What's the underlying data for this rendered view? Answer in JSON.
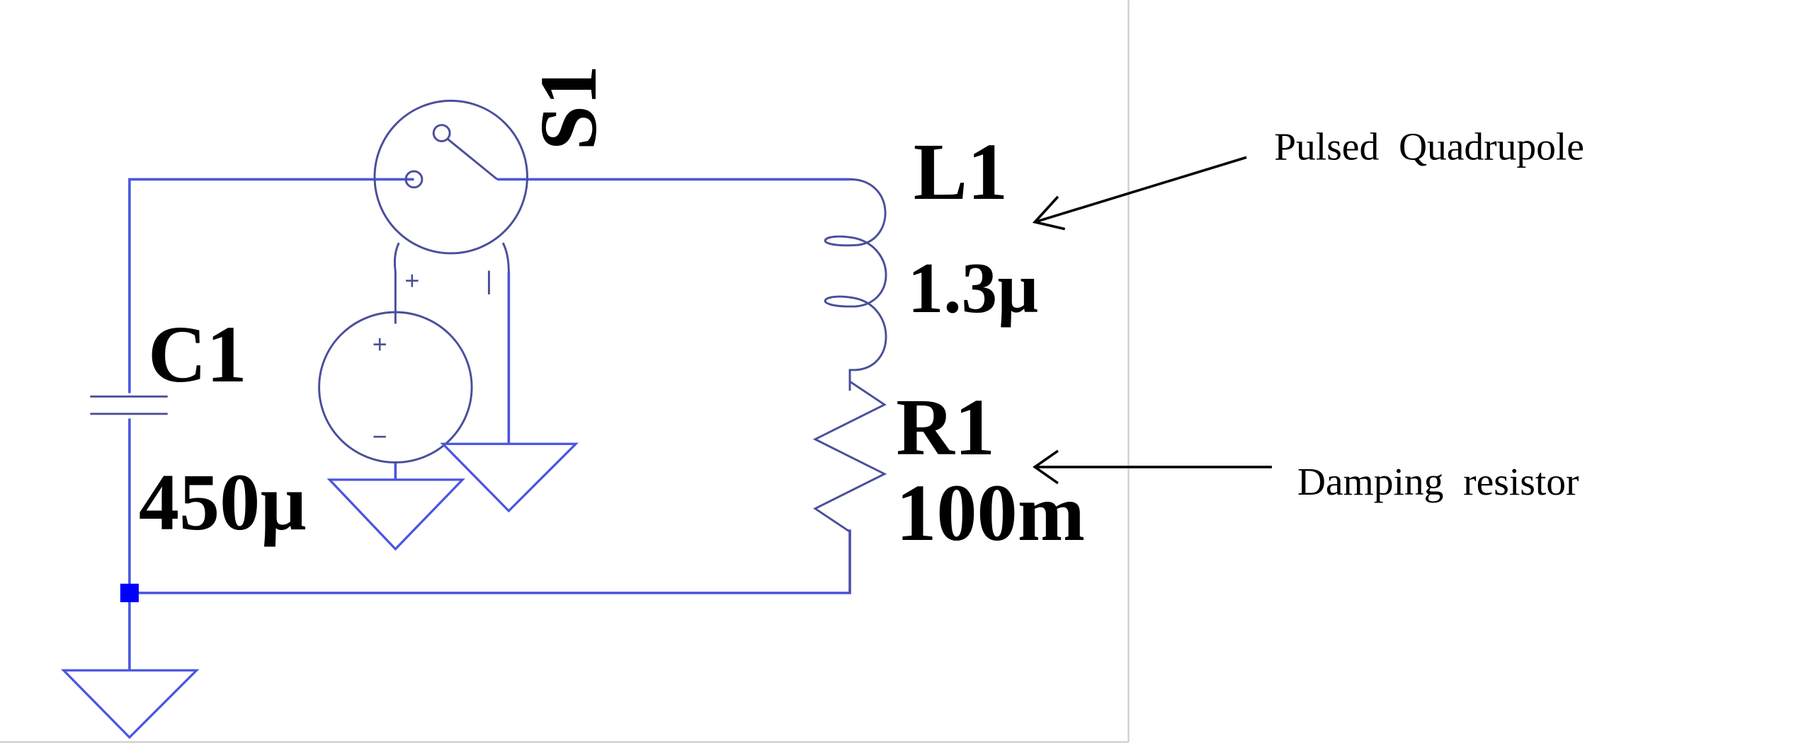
{
  "components": {
    "switch": {
      "ref": "S1"
    },
    "inductor": {
      "ref": "L1",
      "value": "1.3µ"
    },
    "resistor": {
      "ref": "R1",
      "value": "100m"
    },
    "capacitor": {
      "ref": "C1",
      "value": "450µ"
    },
    "source": {
      "plus": "+",
      "minus": "−"
    },
    "switch_pins": {
      "plus": "+",
      "minus": "|"
    }
  },
  "annotations": {
    "inductor_note": "Pulsed  Quadrupole",
    "resistor_note": "Damping  resistor"
  },
  "colors": {
    "wire": "#4a55e0",
    "component": "#4a4f9a",
    "junction": "#0000ff"
  }
}
